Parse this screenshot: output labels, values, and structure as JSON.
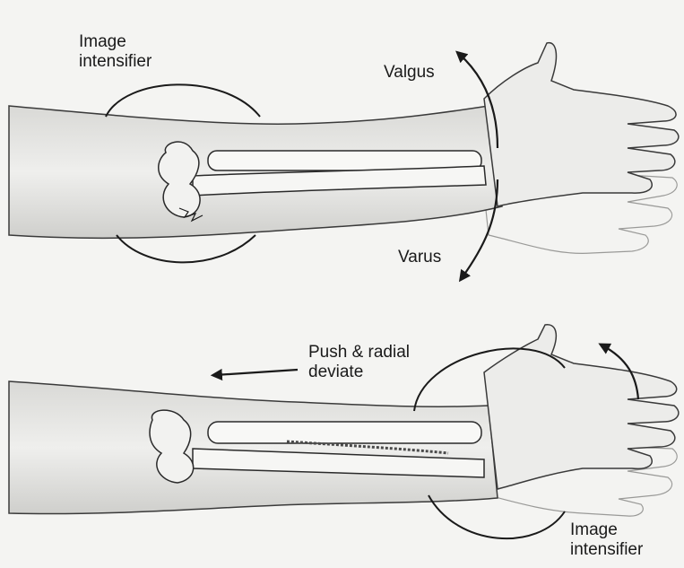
{
  "labels": {
    "top_intensifier_line1": "Image",
    "top_intensifier_line2": "intensifier",
    "valgus": "Valgus",
    "varus": "Varus",
    "push_line1": "Push & radial",
    "push_line2": "deviate",
    "bottom_intensifier_line1": "Image",
    "bottom_intensifier_line2": "intensifier"
  },
  "colors": {
    "skin": "#ececea",
    "skin_shadow": "#cfcfcc",
    "bone": "#f8f8f6",
    "outline": "#2a2a2a",
    "ghost_hand": "#f2f2f0"
  }
}
